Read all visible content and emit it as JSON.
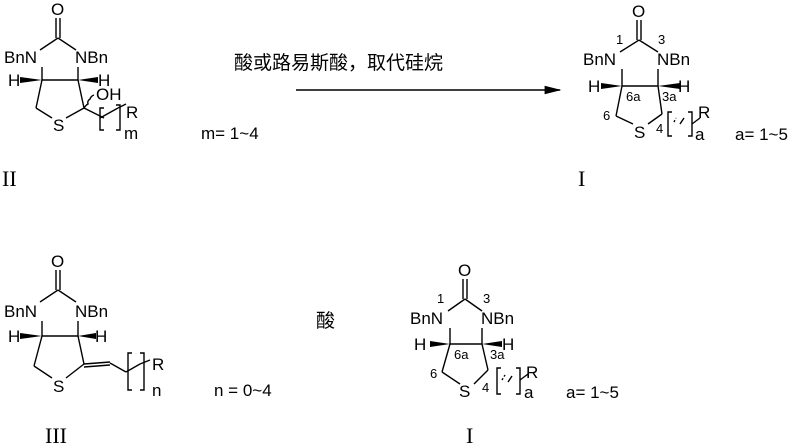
{
  "scheme": {
    "reaction1": {
      "reagents": "酸或路易斯酸，取代硅烷",
      "starting_material": {
        "label": "II",
        "substituents": {
          "n_left": "BnN",
          "n_right": "NBn",
          "carbonyl": "O",
          "h_left": "H",
          "h_right": "H",
          "hydroxyl": "OH",
          "r_group": "R",
          "sulfur": "S",
          "repeat_index": "m"
        },
        "range": "m= 1~4"
      },
      "product": {
        "label": "I",
        "substituents": {
          "n_left": "BnN",
          "n_right": "NBn",
          "carbonyl": "O",
          "h_left": "H",
          "h_right": "H",
          "r_group": "R",
          "sulfur": "S",
          "repeat_index": "a"
        },
        "locants": {
          "n1": "1",
          "n3": "3",
          "c6a": "6a",
          "c3a": "3a",
          "c6": "6",
          "c4": "4"
        },
        "range": "a= 1~5"
      }
    },
    "reaction2": {
      "reagents": "酸",
      "starting_material": {
        "label": "III",
        "substituents": {
          "n_left": "BnN",
          "n_right": "NBn",
          "carbonyl": "O",
          "h_left": "H",
          "h_right": "H",
          "r_group": "R",
          "sulfur": "S",
          "repeat_index": "n"
        },
        "range": "n = 0~4"
      },
      "product": {
        "label": "I",
        "substituents": {
          "n_left": "BnN",
          "n_right": "NBn",
          "carbonyl": "O",
          "h_left": "H",
          "h_right": "H",
          "r_group": "R",
          "sulfur": "S",
          "repeat_index": "a"
        },
        "locants": {
          "n1": "1",
          "n3": "3",
          "c6a": "6a",
          "c3a": "3a",
          "c6": "6",
          "c4": "4"
        },
        "range": "a= 1~5"
      }
    }
  }
}
